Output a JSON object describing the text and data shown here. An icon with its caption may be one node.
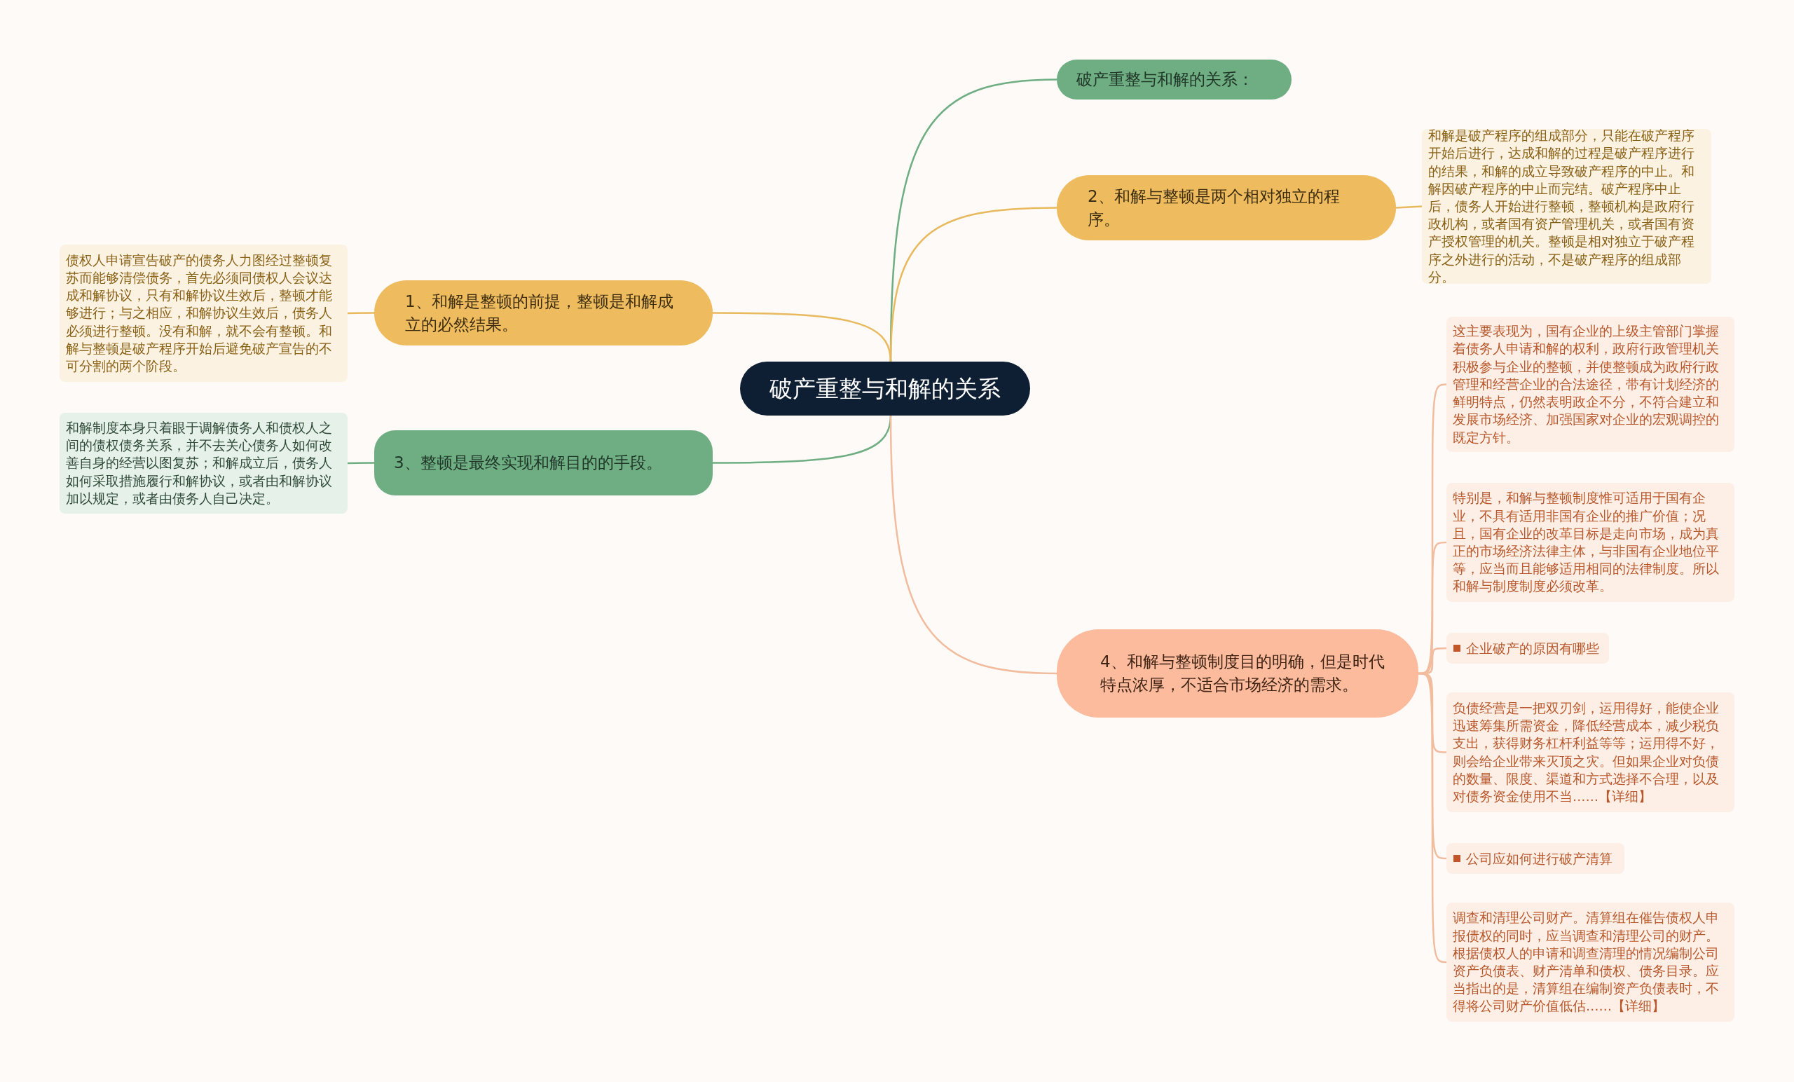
{
  "diagram": {
    "nodes": [
      {
        "text": [
          "破产重整与和解的关系"
        ]
      },
      {
        "text": [
          "破产重整与和解的关系："
        ]
      },
      {
        "text": [
          "2、和解与整顿是两个相对独立的程序。"
        ]
      },
      {
        "text": [
          "和解是破产程序的组成部分，只能在破产程序开始后进行，达成和解的过程是破产程序进行的结果，和解的成立导致破产程序的中止。和解因破产程序的中止而完结。破产程序中止后，债务人开始进行整顿，整顿机构是政府行政机构，或者国有资产管理机关，或者国有资产授权管理的机关。整顿是相对独立于破产程序之外进行的活动，不是破产程序的组成部分。"
        ]
      },
      {
        "text": [
          "1、和解是整顿的前提，整顿是和解成立的必然结果。"
        ]
      },
      {
        "text": [
          "债权人申请宣告破产的债务人力图经过整顿复苏而能够清偿债务，首先必须同债权人会议达成和解协议，只有和解协议生效后，整顿才能够进行；与之相应，和解协议生效后，债务人必须进行整顿。没有和解，就不会有整顿。和解与整顿是破产程序开始后避免破产宣告的不可分割的两个阶段。"
        ]
      },
      {
        "text": [
          "3、整顿是最终实现和解目的的手段。"
        ]
      },
      {
        "text": [
          "和解制度本身只着眼于调解债务人和债权人之间的债权债务关系，并不去关心债务人如何改善自身的经营以图复苏；和解成立后，债务人如何采取措施履行和解协议，或者由和解协议加以规定，或者由债务人自己决定。"
        ]
      },
      {
        "text": [
          "4、和解与整顿制度目的明确，但是时代特点浓厚，不适合市场经济的需求。"
        ]
      },
      {
        "text": [
          "这主要表现为，国有企业的上级主管部门掌握着债务人申请和解的权利，政府行政管理机关积极参与企业的整顿，并使整顿成为政府行政管理和经营企业的合法途径，带有计划经济的鲜明特点，仍然表明政企不分，不符合建立和发展市场经济、加强国家对企业的宏观调控的既定方针。"
        ]
      },
      {
        "text": [
          "特别是，和解与整顿制度惟可适用于国有企业，不具有适用非国有企业的推广价值；况且，国有企业的改革目标是走向市场，成为真正的市场经济法律主体，与非国有企业地位平等，应当而且能够适用相同的法律制度。所以和解与制度制度必须改革。"
        ]
      },
      {
        "text": [
          "企业破产的原因有哪些"
        ]
      },
      {
        "text": [
          "负债经营是一把双刃剑，运用得好，能使企业迅速筹集所需资金，降低经营成本，减少税负支出，获得财务杠杆利益等等；运用得不好，则会给企业带来灭顶之灾。但如果企业对负债的数量、限度、渠道和方式选择不合理，以及对债务资金使用不当……【详细】"
        ]
      },
      {
        "text": [
          "公司应如何进行破产清算"
        ]
      },
      {
        "text": [
          "调查和清理公司财产。清算组在催告债权人申报债权的同时，应当调查和清理公司的财产。根据债权人的申请和调查清理的情况编制公司资产负债表、财产清单和债权、债务目录。应当指出的是，清算组在编制资产负债表时，不得将公司财产价值低估……【详细】"
        ]
      }
    ],
    "edges": [
      {
        "from": 0,
        "to": 1,
        "arrow": "none",
        "color": "#6fae83"
      },
      {
        "from": 0,
        "to": 2,
        "arrow": "none",
        "color": "#e9b95e"
      },
      {
        "from": 2,
        "to": 3,
        "arrow": "none",
        "color": "#e9b95e"
      },
      {
        "from": 0,
        "to": 4,
        "arrow": "none",
        "color": "#e9b95e"
      },
      {
        "from": 4,
        "to": 5,
        "arrow": "none",
        "color": "#e9b95e"
      },
      {
        "from": 0,
        "to": 6,
        "arrow": "none",
        "color": "#6fae83"
      },
      {
        "from": 6,
        "to": 7,
        "arrow": "none",
        "color": "#6fae83"
      },
      {
        "from": 0,
        "to": 8,
        "arrow": "none",
        "color": "#f2bc9e"
      },
      {
        "from": 8,
        "to": 9,
        "arrow": "none",
        "color": "#f2bc9e"
      },
      {
        "from": 8,
        "to": 10,
        "arrow": "none",
        "color": "#f2bc9e"
      },
      {
        "from": 8,
        "to": 11,
        "arrow": "none",
        "color": "#f2bc9e"
      },
      {
        "from": 8,
        "to": 12,
        "arrow": "none",
        "color": "#f2bc9e"
      },
      {
        "from": 8,
        "to": 13,
        "arrow": "none",
        "color": "#f2bc9e"
      },
      {
        "from": 8,
        "to": 14,
        "arrow": "none",
        "color": "#f2bc9e"
      }
    ]
  }
}
